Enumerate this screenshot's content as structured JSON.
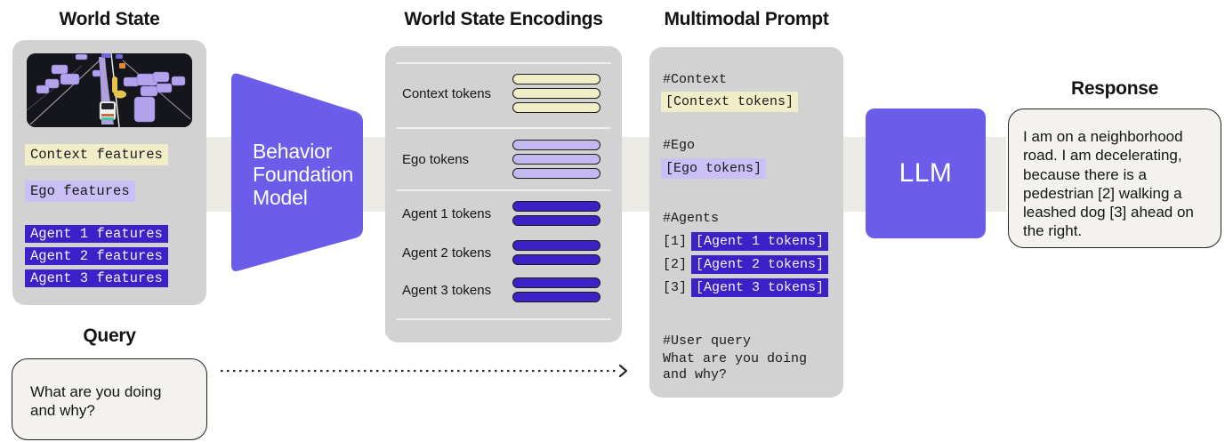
{
  "titles": {
    "world_state": "World State",
    "encodings": "World State Encodings",
    "prompt": "Multimodal Prompt",
    "response": "Response",
    "query": "Query"
  },
  "world_state": {
    "image": "top-down-driving-scene",
    "features": [
      {
        "label": "Context features",
        "style": "context"
      },
      {
        "label": "Ego features",
        "style": "ego"
      },
      {
        "label": "Agent 1 features",
        "style": "agent"
      },
      {
        "label": "Agent 2 features",
        "style": "agent"
      },
      {
        "label": "Agent 3 features",
        "style": "agent"
      }
    ]
  },
  "model": {
    "label": "Behavior Foundation Model"
  },
  "encodings": {
    "groups": [
      {
        "label": "Context tokens",
        "pill_count": 3,
        "style": "context"
      },
      {
        "label": "Ego tokens",
        "pill_count": 3,
        "style": "ego"
      },
      {
        "label": "Agent 1 tokens",
        "pill_count": 2,
        "style": "agent"
      },
      {
        "label": "Agent 2 tokens",
        "pill_count": 2,
        "style": "agent"
      },
      {
        "label": "Agent 3 tokens",
        "pill_count": 2,
        "style": "agent"
      }
    ]
  },
  "prompt": {
    "context_header": "#Context",
    "context_token": "[Context tokens]",
    "ego_header": "#Ego",
    "ego_token": "[Ego tokens]",
    "agents_header": "#Agents",
    "agents": [
      {
        "index": "[1]",
        "token": "[Agent 1 tokens]"
      },
      {
        "index": "[2]",
        "token": "[Agent 2 tokens]"
      },
      {
        "index": "[3]",
        "token": "[Agent 3 tokens]"
      }
    ],
    "user_query_header": "#User query",
    "user_query_text": "What are you doing and why?"
  },
  "llm": {
    "label": "LLM"
  },
  "response": {
    "text": "I am on a neighborhood road. I am decelerating, because there is a pedestrian [2] walking a leashed dog [3] ahead on the right."
  },
  "query": {
    "text": "What are you doing and why?"
  },
  "colors": {
    "accent_purple": "#6b5ce9",
    "token_indigo": "#3b21c7",
    "token_cream": "#f2edc9",
    "token_lavender": "#cbc0f5",
    "panel_gray": "#d3d2d2",
    "band_gray": "#eceae4"
  }
}
